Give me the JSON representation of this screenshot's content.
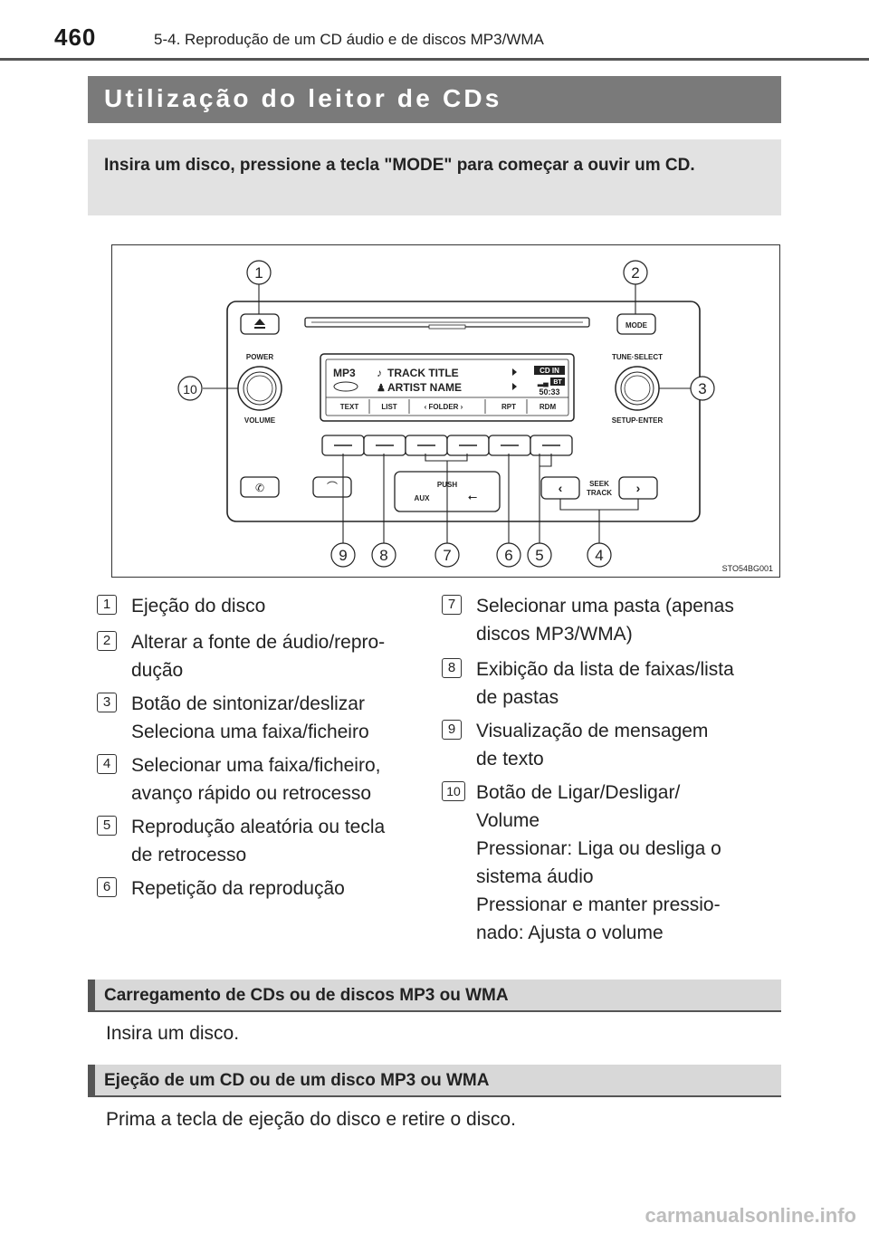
{
  "header": {
    "page_number": "460",
    "chapter": "5-4. Reprodução de um CD áudio e de discos MP3/WMA"
  },
  "title": "Utilização do leitor de CDs",
  "intro": "Insira um disco, pressione a tecla \"MODE\" para começar a ouvir um CD.",
  "figure": {
    "code": "STO54BG001",
    "labels": {
      "power": "POWER",
      "volume": "VOLUME",
      "mode": "MODE",
      "tune_select": "TUNE·SELECT",
      "setup_enter": "SETUP·ENTER",
      "push": "PUSH",
      "aux": "AUX",
      "seek": "SEEK",
      "track": "TRACK"
    },
    "display": {
      "mp3": "MP3",
      "track_title": "TRACK TITLE",
      "artist_name": "ARTIST NAME",
      "cd_in": "CD IN",
      "bt": "BT",
      "time": "50:33",
      "buttons": [
        "TEXT",
        "LIST",
        "‹ FOLDER ›",
        "RPT",
        "RDM"
      ]
    },
    "callouts": [
      "1",
      "2",
      "3",
      "4",
      "5",
      "6",
      "7",
      "8",
      "9",
      "10"
    ]
  },
  "legend_left": [
    {
      "num": "1",
      "text": "Ejeção do disco"
    },
    {
      "num": "2",
      "text": "Alterar a fonte de áudio/repro-\ndução"
    },
    {
      "num": "3",
      "text": "Botão de sintonizar/deslizar\nSeleciona uma faixa/ficheiro"
    },
    {
      "num": "4",
      "text": "Selecionar uma faixa/ficheiro,\navanço rápido ou retrocesso"
    },
    {
      "num": "5",
      "text": "Reprodução aleatória ou tecla\nde retrocesso"
    },
    {
      "num": "6",
      "text": "Repetição da reprodução"
    }
  ],
  "legend_right": [
    {
      "num": "7",
      "text": "Selecionar uma pasta (apenas\ndiscos MP3/WMA)"
    },
    {
      "num": "8",
      "text": "Exibição da lista de faixas/lista\nde pastas"
    },
    {
      "num": "9",
      "text": "Visualização de mensagem\nde texto"
    },
    {
      "num": "10",
      "text": "Botão de Ligar/Desligar/\nVolume\nPressionar: Liga ou desliga o\nsistema áudio\nPressionar e manter pressio-\nnado: Ajusta o volume"
    }
  ],
  "sections": [
    {
      "heading": "Carregamento de CDs ou de discos MP3 ou WMA",
      "body": "Insira um disco."
    },
    {
      "heading": "Ejeção de um CD ou de um disco MP3 ou WMA",
      "body": "Prima a tecla de ejeção do disco e retire o disco."
    }
  ],
  "footer": "carmanualsonline.info"
}
